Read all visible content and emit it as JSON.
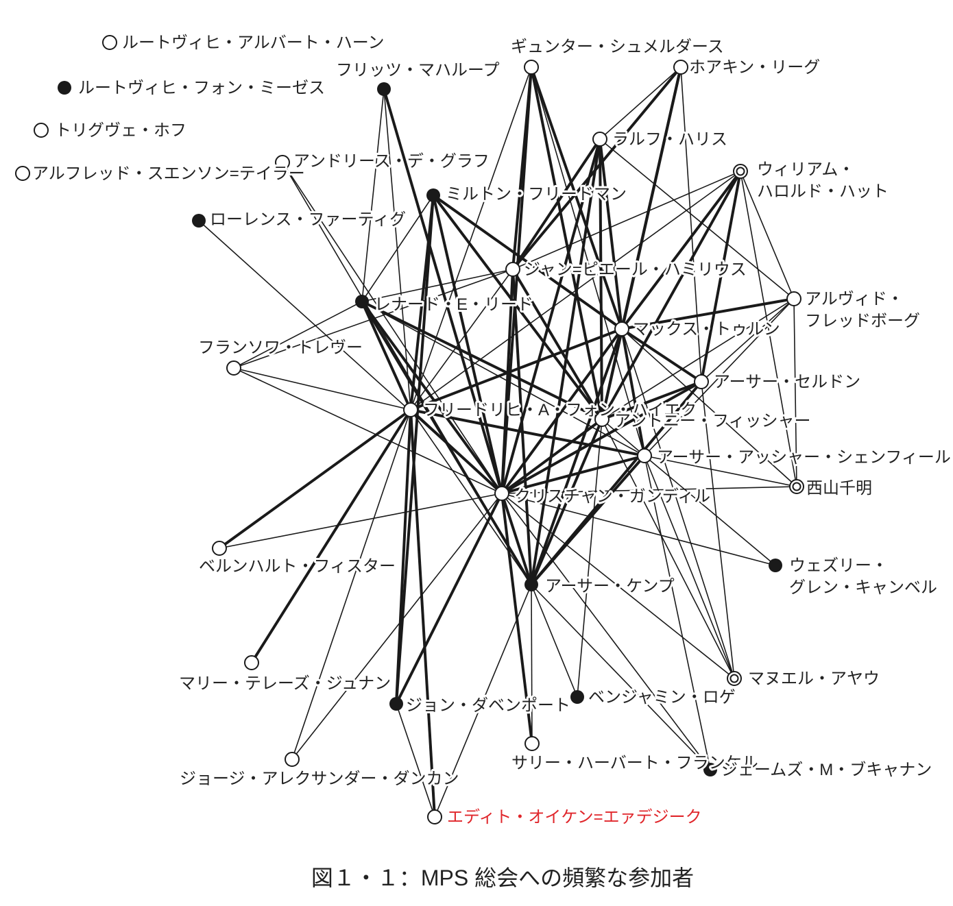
{
  "colors": {
    "ink": "#1a1a1a",
    "highlight": "#e0262b",
    "background": "#ffffff"
  },
  "caption": "図１・１：MPS 総会への頻繁な参加者",
  "nodes": [
    {
      "id": "hahn",
      "label": [
        "ルートヴィヒ・アルバート・ハーン"
      ],
      "marker": "open"
    },
    {
      "id": "mises",
      "label": [
        "ルートヴィヒ・フォン・ミーゼス"
      ],
      "marker": "filled"
    },
    {
      "id": "hoff",
      "label": [
        "トリグヴェ・ホフ"
      ],
      "marker": "open"
    },
    {
      "id": "taylor",
      "label": [
        "アルフレッド・スエンソン=テイラー"
      ],
      "marker": "open"
    },
    {
      "id": "machlup",
      "label": [
        "フリッツ・マハループ"
      ],
      "marker": "filled"
    },
    {
      "id": "schmolders",
      "label": [
        "ギュンター・シュメルダース"
      ],
      "marker": "open"
    },
    {
      "id": "rieg",
      "label": [
        "ホアキン・リーグ"
      ],
      "marker": "open"
    },
    {
      "id": "harris",
      "label": [
        "ラルフ・ハリス"
      ],
      "marker": "open"
    },
    {
      "id": "hutt",
      "label": [
        "ウィリアム・",
        "ハロルド・ハット"
      ],
      "marker": "double"
    },
    {
      "id": "degraaff",
      "label": [
        "アンドリース・デ・グラフ"
      ],
      "marker": "open"
    },
    {
      "id": "friedman",
      "label": [
        "ミルトン・フリードマン"
      ],
      "marker": "filled"
    },
    {
      "id": "fertig",
      "label": [
        "ローレンス・ファーティグ"
      ],
      "marker": "filled"
    },
    {
      "id": "hamilius",
      "label": [
        "ジャン=ピエール・ハミリウス"
      ],
      "marker": "open"
    },
    {
      "id": "read",
      "label": [
        "レナード・E・リード"
      ],
      "marker": "filled"
    },
    {
      "id": "fredborg",
      "label": [
        "アルヴィド・",
        "フレッドボーグ"
      ],
      "marker": "open"
    },
    {
      "id": "trevoux",
      "label": [
        "フランソワ・トレヴー"
      ],
      "marker": "open"
    },
    {
      "id": "thurn",
      "label": [
        "マックス・トゥルン"
      ],
      "marker": "open"
    },
    {
      "id": "seldon",
      "label": [
        "アーサー・セルドン"
      ],
      "marker": "open"
    },
    {
      "id": "hayek",
      "label": [
        "フリードリヒ・A・フォン・ハイエク"
      ],
      "marker": "open"
    },
    {
      "id": "fisher",
      "label": [
        "アントニー・フィッシャー"
      ],
      "marker": "open"
    },
    {
      "id": "shenfield",
      "label": [
        "アーサー・アッシャー・シェンフィールド"
      ],
      "marker": "open"
    },
    {
      "id": "nishiyama",
      "label": [
        "西山千明"
      ],
      "marker": "double"
    },
    {
      "id": "gandil",
      "label": [
        "クリスチャン・ガンディル"
      ],
      "marker": "open"
    },
    {
      "id": "pfister",
      "label": [
        "ベルンハルト・フィスター"
      ],
      "marker": "open"
    },
    {
      "id": "campbell",
      "label": [
        "ウェズリー・",
        "グレン・キャンベル"
      ],
      "marker": "filled"
    },
    {
      "id": "kemp",
      "label": [
        "アーサー・ケンプ"
      ],
      "marker": "filled"
    },
    {
      "id": "juhnan",
      "label": [
        "マリー・テレーズ・ジュナン"
      ],
      "marker": "open"
    },
    {
      "id": "davenport",
      "label": [
        "ジョン・ダベンポート"
      ],
      "marker": "filled"
    },
    {
      "id": "roger",
      "label": [
        "ベンジャミン・ロゲ"
      ],
      "marker": "filled"
    },
    {
      "id": "ayau",
      "label": [
        "マヌエル・アヤウ"
      ],
      "marker": "double"
    },
    {
      "id": "frankel",
      "label": [
        "サリー・ハーバート・フランケル"
      ],
      "marker": "open"
    },
    {
      "id": "duncan",
      "label": [
        "ジョージ・アレクサンダー・ダンカン"
      ],
      "marker": "open"
    },
    {
      "id": "buchanan",
      "label": [
        "ジェームズ・M・ブキャナン"
      ],
      "marker": "filled"
    },
    {
      "id": "erdesziek",
      "label": [
        "エディト・オイケン=エァデジーク"
      ],
      "marker": "open",
      "highlight": true
    }
  ],
  "edges": [
    [
      "machlup",
      "gandil",
      2
    ],
    [
      "machlup",
      "read",
      1
    ],
    [
      "machlup",
      "hayek",
      1
    ],
    [
      "schmolders",
      "hamilius",
      2
    ],
    [
      "schmolders",
      "thurn",
      2
    ],
    [
      "schmolders",
      "fisher",
      2
    ],
    [
      "schmolders",
      "gandil",
      2
    ],
    [
      "schmolders",
      "hayek",
      1
    ],
    [
      "schmolders",
      "shenfield",
      1
    ],
    [
      "rieg",
      "hamilius",
      2
    ],
    [
      "rieg",
      "thurn",
      2
    ],
    [
      "rieg",
      "fisher",
      2
    ],
    [
      "rieg",
      "harris",
      1
    ],
    [
      "rieg",
      "seldon",
      1
    ],
    [
      "harris",
      "hamilius",
      2
    ],
    [
      "harris",
      "thurn",
      2
    ],
    [
      "harris",
      "fisher",
      2
    ],
    [
      "harris",
      "gandil",
      2
    ],
    [
      "harris",
      "kemp",
      2
    ],
    [
      "harris",
      "fredborg",
      1
    ],
    [
      "hutt",
      "thurn",
      2
    ],
    [
      "hutt",
      "seldon",
      2
    ],
    [
      "hutt",
      "fisher",
      2
    ],
    [
      "hutt",
      "hamilius",
      1
    ],
    [
      "hutt",
      "nishiyama",
      1
    ],
    [
      "hutt",
      "fredborg",
      1
    ],
    [
      "hutt",
      "hayek",
      1
    ],
    [
      "friedman",
      "hayek",
      2
    ],
    [
      "friedman",
      "gandil",
      2
    ],
    [
      "friedman",
      "fisher",
      2
    ],
    [
      "friedman",
      "thurn",
      2
    ],
    [
      "friedman",
      "davenport",
      2
    ],
    [
      "friedman",
      "read",
      1
    ],
    [
      "hamilius",
      "gandil",
      2
    ],
    [
      "hamilius",
      "kemp",
      2
    ],
    [
      "hamilius",
      "fisher",
      2
    ],
    [
      "hamilius",
      "read",
      1
    ],
    [
      "hamilius",
      "hayek",
      1
    ],
    [
      "hamilius",
      "trevoux",
      1
    ],
    [
      "read",
      "gandil",
      2
    ],
    [
      "read",
      "fisher",
      2
    ],
    [
      "read",
      "hayek",
      2
    ],
    [
      "read",
      "kemp",
      2
    ],
    [
      "read",
      "shenfield",
      1
    ],
    [
      "fredborg",
      "thurn",
      2
    ],
    [
      "fredborg",
      "fisher",
      1
    ],
    [
      "fredborg",
      "shenfield",
      1
    ],
    [
      "fredborg",
      "nishiyama",
      1
    ],
    [
      "fredborg",
      "seldon",
      1
    ],
    [
      "thurn",
      "hayek",
      2
    ],
    [
      "thurn",
      "gandil",
      2
    ],
    [
      "thurn",
      "kemp",
      2
    ],
    [
      "thurn",
      "seldon",
      2
    ],
    [
      "thurn",
      "shenfield",
      2
    ],
    [
      "thurn",
      "fisher",
      2
    ],
    [
      "thurn",
      "ayau",
      1
    ],
    [
      "thurn",
      "nishiyama",
      1
    ],
    [
      "seldon",
      "gandil",
      2
    ],
    [
      "seldon",
      "kemp",
      2
    ],
    [
      "seldon",
      "fisher",
      2
    ],
    [
      "seldon",
      "ayau",
      1
    ],
    [
      "hayek",
      "gandil",
      2
    ],
    [
      "hayek",
      "pfister",
      2
    ],
    [
      "hayek",
      "juhnan",
      2
    ],
    [
      "hayek",
      "davenport",
      2
    ],
    [
      "hayek",
      "erdesziek",
      2
    ],
    [
      "hayek",
      "shenfield",
      2
    ],
    [
      "hayek",
      "trevoux",
      1
    ],
    [
      "hayek",
      "duncan",
      1
    ],
    [
      "hayek",
      "kemp",
      1
    ],
    [
      "fisher",
      "gandil",
      2
    ],
    [
      "fisher",
      "kemp",
      2
    ],
    [
      "fisher",
      "shenfield",
      1
    ],
    [
      "fisher",
      "roger",
      1
    ],
    [
      "fisher",
      "ayau",
      1
    ],
    [
      "shenfield",
      "gandil",
      2
    ],
    [
      "shenfield",
      "kemp",
      2
    ],
    [
      "shenfield",
      "nishiyama",
      1
    ],
    [
      "shenfield",
      "campbell",
      1
    ],
    [
      "shenfield",
      "ayau",
      1
    ],
    [
      "shenfield",
      "buchanan",
      1
    ],
    [
      "gandil",
      "davenport",
      2
    ],
    [
      "gandil",
      "frankel",
      2
    ],
    [
      "gandil",
      "kemp",
      2
    ],
    [
      "gandil",
      "pfister",
      1
    ],
    [
      "gandil",
      "duncan",
      1
    ],
    [
      "gandil",
      "nishiyama",
      1
    ],
    [
      "gandil",
      "campbell",
      1
    ],
    [
      "gandil",
      "ayau",
      1
    ],
    [
      "gandil",
      "buchanan",
      1
    ],
    [
      "kemp",
      "erdesziek",
      1
    ],
    [
      "kemp",
      "roger",
      1
    ],
    [
      "kemp",
      "buchanan",
      1
    ],
    [
      "kemp",
      "frankel",
      1
    ],
    [
      "fertig",
      "gandil",
      1
    ],
    [
      "degraaff",
      "gandil",
      1
    ],
    [
      "degraaff",
      "kemp",
      1
    ],
    [
      "trevoux",
      "gandil",
      1
    ],
    [
      "trevoux",
      "read",
      1
    ],
    [
      "davenport",
      "erdesziek",
      1
    ]
  ]
}
